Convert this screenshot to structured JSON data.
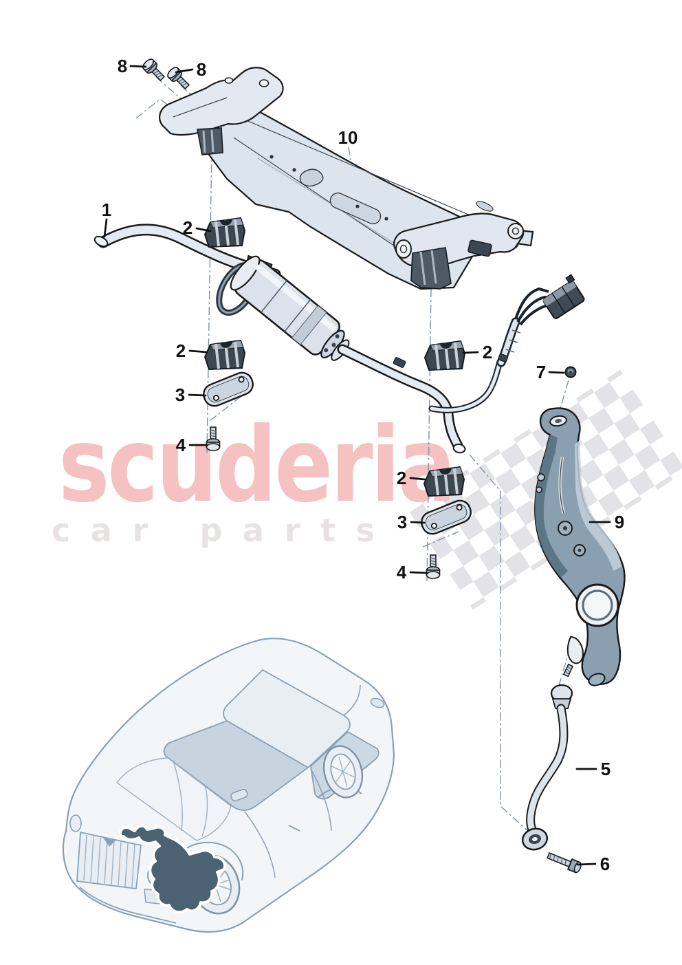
{
  "page": {
    "background": "#ffffff"
  },
  "watermark": {
    "brand": "scuderia",
    "tagline": "car parts",
    "brand_color": "#f6c1c1",
    "tagline_color": "#e9e2e2",
    "checker_color": "#e3e3e7"
  },
  "diagram": {
    "outline_color": "#1a1a1a",
    "part_fill": "#dde4ed",
    "guide_line_color": "#7d93ab",
    "highlight_color": "#4b6273"
  },
  "callouts": [
    {
      "id": "8-left",
      "label": "8"
    },
    {
      "id": "8-right",
      "label": "8"
    },
    {
      "id": "10-subframe",
      "label": "10"
    },
    {
      "id": "1-stabilizer",
      "label": "1"
    },
    {
      "id": "2-upper-left",
      "label": "2"
    },
    {
      "id": "2-mid-left",
      "label": "2"
    },
    {
      "id": "3-left",
      "label": "3"
    },
    {
      "id": "4-left",
      "label": "4"
    },
    {
      "id": "2-right",
      "label": "2"
    },
    {
      "id": "7-nut",
      "label": "7"
    },
    {
      "id": "2-lower-mid",
      "label": "2"
    },
    {
      "id": "3-mid",
      "label": "3"
    },
    {
      "id": "4-mid",
      "label": "4"
    },
    {
      "id": "9-knuckle",
      "label": "9"
    },
    {
      "id": "5-link",
      "label": "5"
    },
    {
      "id": "6-bolt",
      "label": "6"
    }
  ]
}
